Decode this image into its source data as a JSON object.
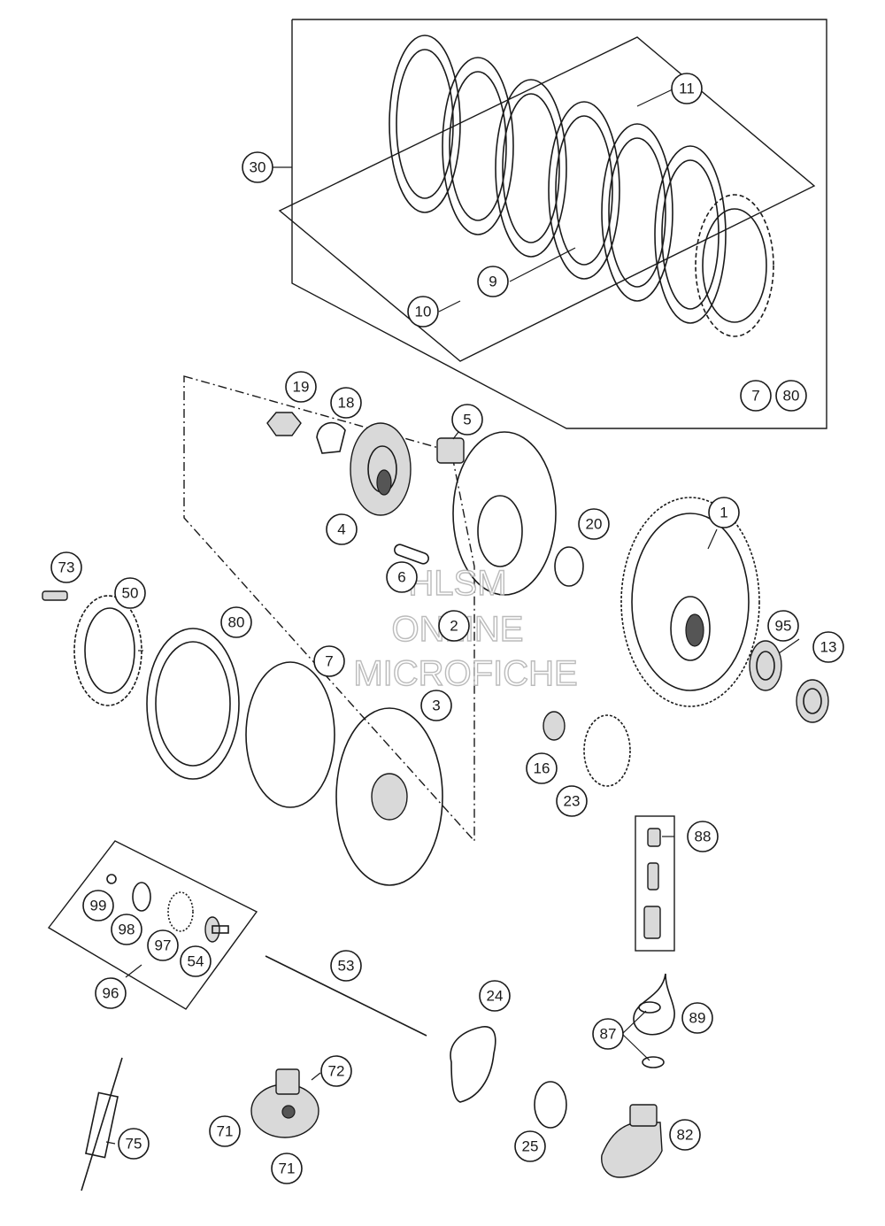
{
  "watermark": {
    "line1": "HLSM",
    "line2": "ONLINE",
    "line3": "MICROFICHE"
  },
  "callouts": [
    {
      "id": "c-11",
      "label": "11"
    },
    {
      "id": "c-30",
      "label": "30"
    },
    {
      "id": "c-9",
      "label": "9"
    },
    {
      "id": "c-10",
      "label": "10"
    },
    {
      "id": "c-7a",
      "label": "7"
    },
    {
      "id": "c-80a",
      "label": "80"
    },
    {
      "id": "c-19",
      "label": "19"
    },
    {
      "id": "c-18",
      "label": "18"
    },
    {
      "id": "c-5",
      "label": "5"
    },
    {
      "id": "c-4",
      "label": "4"
    },
    {
      "id": "c-1",
      "label": "1"
    },
    {
      "id": "c-20",
      "label": "20"
    },
    {
      "id": "c-73",
      "label": "73"
    },
    {
      "id": "c-50",
      "label": "50"
    },
    {
      "id": "c-6",
      "label": "6"
    },
    {
      "id": "c-2",
      "label": "2"
    },
    {
      "id": "c-80b",
      "label": "80"
    },
    {
      "id": "c-7b",
      "label": "7"
    },
    {
      "id": "c-95",
      "label": "95"
    },
    {
      "id": "c-13",
      "label": "13"
    },
    {
      "id": "c-3",
      "label": "3"
    },
    {
      "id": "c-16",
      "label": "16"
    },
    {
      "id": "c-23",
      "label": "23"
    },
    {
      "id": "c-88",
      "label": "88"
    },
    {
      "id": "c-99",
      "label": "99"
    },
    {
      "id": "c-98",
      "label": "98"
    },
    {
      "id": "c-97",
      "label": "97"
    },
    {
      "id": "c-54",
      "label": "54"
    },
    {
      "id": "c-96",
      "label": "96"
    },
    {
      "id": "c-53",
      "label": "53"
    },
    {
      "id": "c-24",
      "label": "24"
    },
    {
      "id": "c-87",
      "label": "87"
    },
    {
      "id": "c-89",
      "label": "89"
    },
    {
      "id": "c-72",
      "label": "72"
    },
    {
      "id": "c-71a",
      "label": "71"
    },
    {
      "id": "c-71b",
      "label": "71"
    },
    {
      "id": "c-75",
      "label": "75"
    },
    {
      "id": "c-25",
      "label": "25"
    },
    {
      "id": "c-82",
      "label": "82"
    }
  ]
}
